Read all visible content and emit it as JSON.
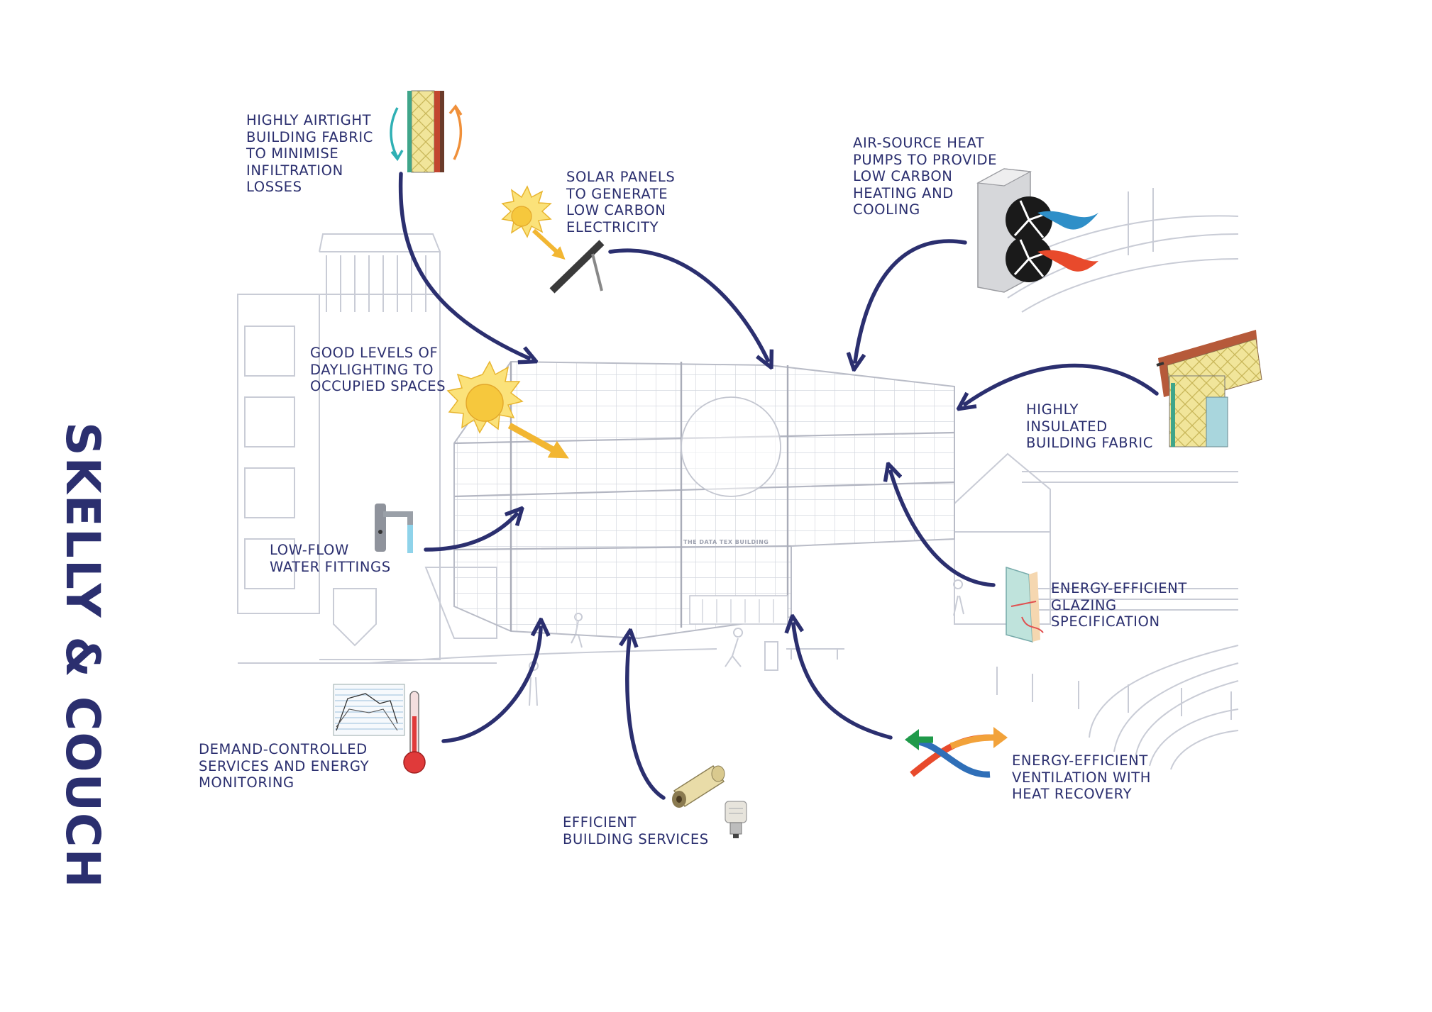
{
  "brand": "SKELLY & COUCH",
  "building_sign": "THE DATA TEX BUILDING",
  "colors": {
    "ink": "#2b2f6f",
    "sketch": "#c9ccd6",
    "sun": "#f6c83d",
    "sun_arrow": "#f2b632",
    "cool": "#2f8fc8",
    "warm": "#e84a2c",
    "green": "#1f9a4a",
    "orange": "#f2a23a",
    "insulation": "#f1e59a",
    "thermometer": "#e03a3a"
  },
  "labels": {
    "airtight": [
      "HIGHLY AIRTIGHT",
      "BUILDING FABRIC",
      "TO MINIMISE",
      "INFILTRATION",
      "LOSSES"
    ],
    "solar": [
      "SOLAR PANELS",
      "TO GENERATE",
      "LOW CARBON",
      "ELECTRICITY"
    ],
    "heat_pumps": [
      "AIR-SOURCE HEAT",
      "PUMPS TO PROVIDE",
      "LOW CARBON",
      "HEATING AND",
      "COOLING"
    ],
    "daylighting": [
      "GOOD LEVELS OF",
      "DAYLIGHTING TO",
      "OCCUPIED SPACES"
    ],
    "insulated": [
      "HIGHLY",
      "INSULATED",
      "BUILDING FABRIC"
    ],
    "water": [
      "LOW-FLOW",
      "WATER FITTINGS"
    ],
    "glazing": [
      "ENERGY-EFFICIENT",
      "GLAZING",
      "SPECIFICATION"
    ],
    "demand": [
      "DEMAND-CONTROLLED",
      "SERVICES AND ENERGY",
      "MONITORING"
    ],
    "services": [
      "EFFICIENT",
      "BUILDING SERVICES"
    ],
    "ventilation": [
      "ENERGY-EFFICIENT",
      "VENTILATION WITH",
      "HEAT RECOVERY"
    ]
  }
}
